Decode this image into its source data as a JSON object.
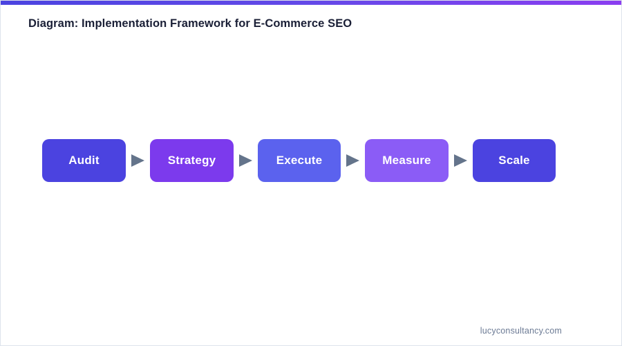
{
  "accent_bar": {
    "gradient_from": "#4b43e0",
    "gradient_mid": "#6449e8",
    "gradient_to": "#8b3df0"
  },
  "header": {
    "title": "Diagram: Implementation Framework for E-Commerce SEO",
    "title_color": "#1a1f36"
  },
  "diagram": {
    "type": "linear-process-flow",
    "arrow_icon": "triangle-right-icon",
    "arrow_color": "#64748b",
    "steps": [
      {
        "label": "Audit",
        "color": "#4b43e0",
        "width": 121
      },
      {
        "label": "Strategy",
        "color": "#7c3aed",
        "width": 121
      },
      {
        "label": "Execute",
        "color": "#5b62ee",
        "width": 120
      },
      {
        "label": "Measure",
        "color": "#8b5cf6",
        "width": 121
      },
      {
        "label": "Scale",
        "color": "#4b43e0",
        "width": 120
      }
    ]
  },
  "footer": {
    "url": "lucyconsultancy.com",
    "url_color": "#6b7a94"
  }
}
